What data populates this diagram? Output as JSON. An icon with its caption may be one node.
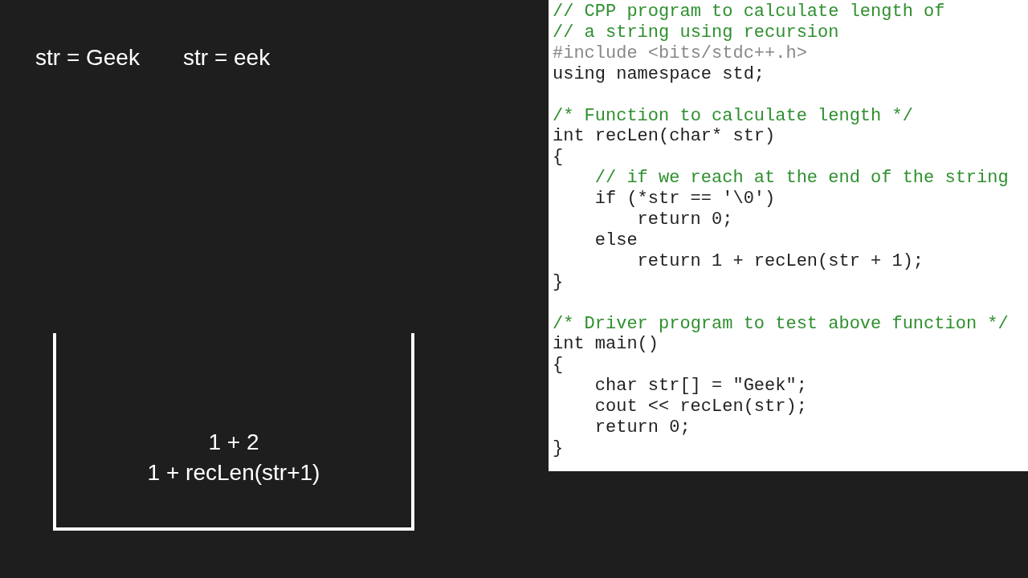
{
  "diagram": {
    "nodes": [
      {
        "text": [
          "1 + 2",
          "1 + recLen(str+1)"
        ]
      }
    ],
    "labels": [
      "str = Geek",
      "str = eek",
      "// CPP program to calculate length of",
      "// a string using recursion",
      "#include <bits/stdc++.h>",
      "using namespace std;",
      "/* Function to calculate length */",
      "int recLen(char* str)",
      "{",
      "// if we reach at the end of the string",
      "if (*str == '\\0')",
      "return 0;",
      "else",
      "return 1 + recLen(str + 1);",
      "}",
      "/* Driver program to test above function */",
      "int main()",
      "{",
      "char str[] = \"Geek\";",
      "cout << recLen(str);",
      "return 0;",
      "}"
    ]
  }
}
